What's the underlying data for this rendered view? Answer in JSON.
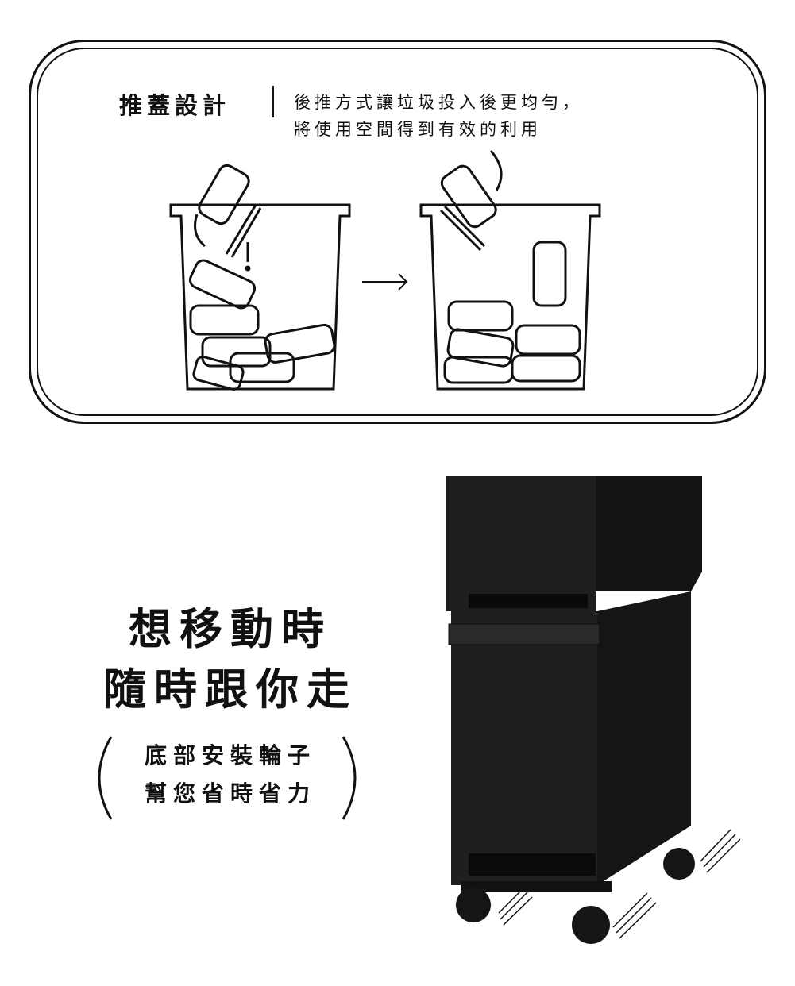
{
  "feature": {
    "title": "推蓋設計",
    "description_lines": [
      "後推方式讓垃圾投入後更均勻，",
      "將使用空間得到有效的利用"
    ]
  },
  "mobility": {
    "headline_lines": [
      "想移動時",
      "隨時跟你走"
    ],
    "sub_lines": [
      "底部安裝輪子",
      "幫您省時省力"
    ]
  },
  "colors": {
    "ink": "#111111",
    "bin": "#1c1c1c"
  }
}
